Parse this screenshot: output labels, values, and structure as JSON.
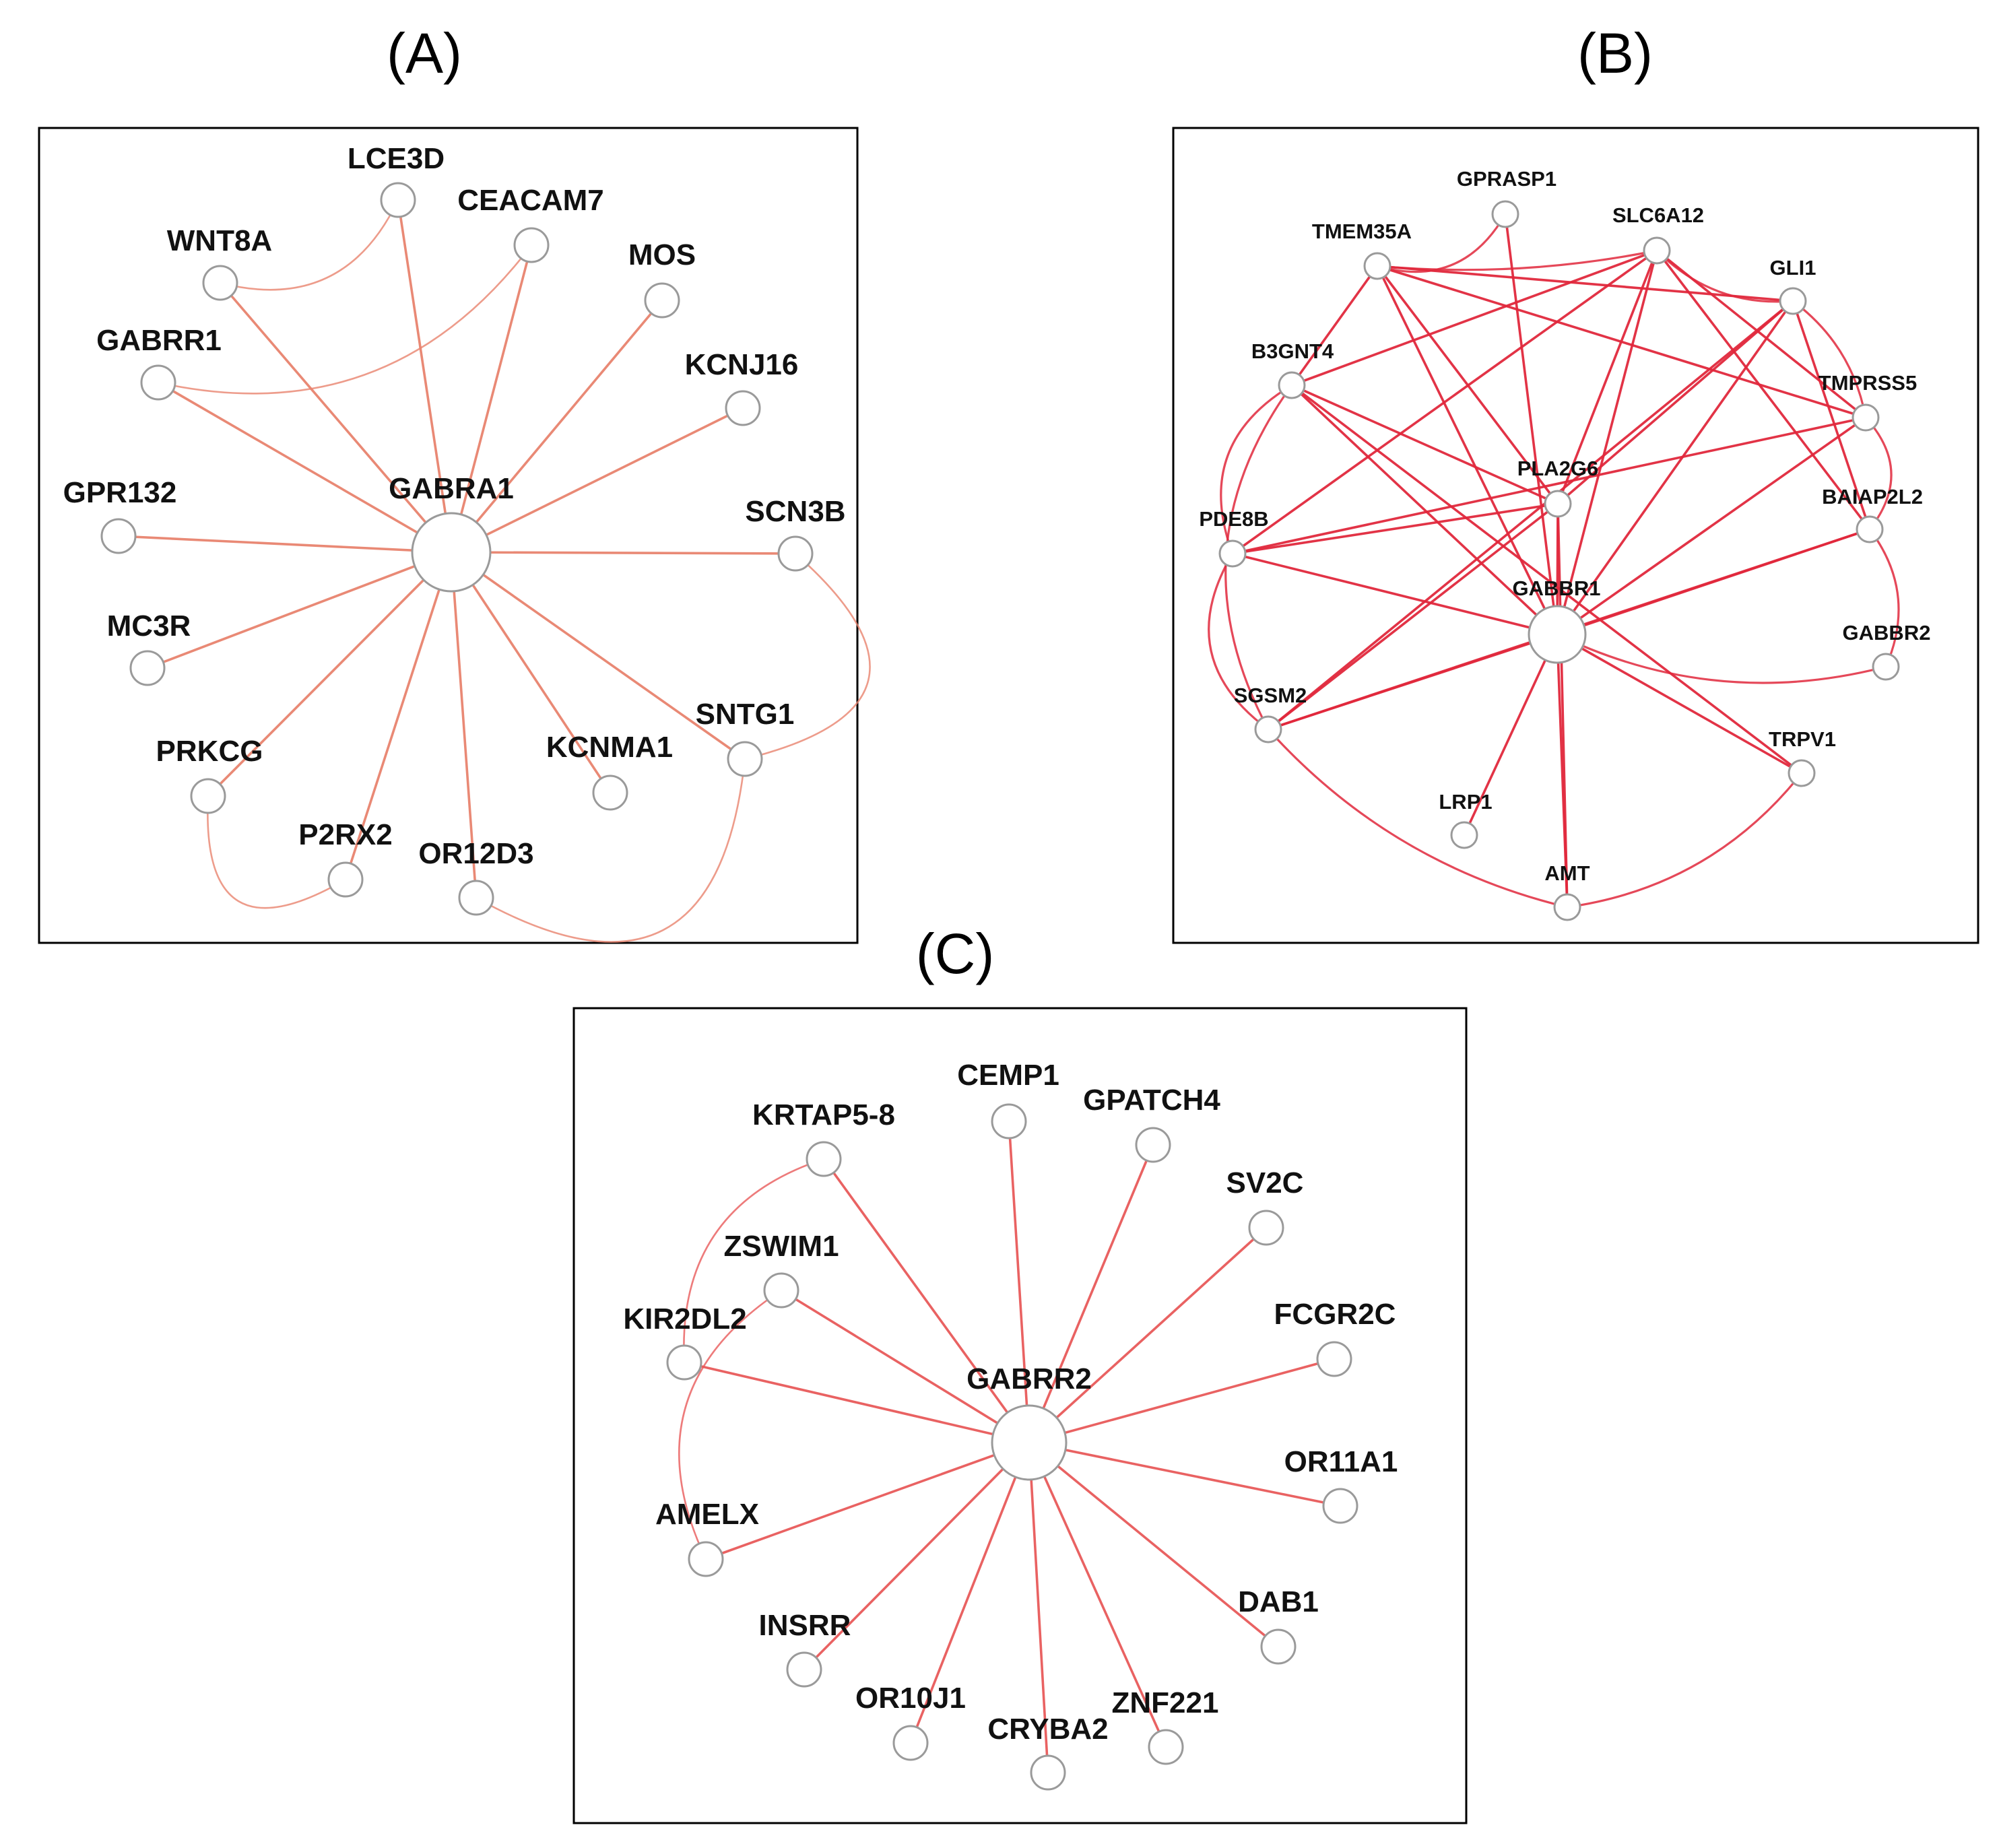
{
  "figure": {
    "edge_colors": {
      "A": "#e8836e",
      "B": "#e0283c",
      "C": "#e85a5a"
    },
    "panels": [
      {
        "id": "A",
        "title": "(A)",
        "center": "GABRA1",
        "nodes": [
          "GABRA1",
          "LCE3D",
          "CEACAM7",
          "WNT8A",
          "MOS",
          "GABRR1",
          "KCNJ16",
          "GPR132",
          "SCN3B",
          "MC3R",
          "SNTG1",
          "PRKCG",
          "KCNMA1",
          "P2RX2",
          "OR12D3"
        ],
        "edges": [
          [
            "GABRA1",
            "LCE3D"
          ],
          [
            "GABRA1",
            "CEACAM7"
          ],
          [
            "GABRA1",
            "WNT8A"
          ],
          [
            "GABRA1",
            "MOS"
          ],
          [
            "GABRA1",
            "GABRR1"
          ],
          [
            "GABRA1",
            "KCNJ16"
          ],
          [
            "GABRA1",
            "GPR132"
          ],
          [
            "GABRA1",
            "SCN3B"
          ],
          [
            "GABRA1",
            "MC3R"
          ],
          [
            "GABRA1",
            "SNTG1"
          ],
          [
            "GABRA1",
            "PRKCG"
          ],
          [
            "GABRA1",
            "KCNMA1"
          ],
          [
            "GABRA1",
            "P2RX2"
          ],
          [
            "GABRA1",
            "OR12D3"
          ],
          [
            "WNT8A",
            "LCE3D"
          ],
          [
            "GABRR1",
            "CEACAM7"
          ],
          [
            "SCN3B",
            "SNTG1"
          ],
          [
            "SNTG1",
            "OR12D3"
          ],
          [
            "PRKCG",
            "P2RX2"
          ]
        ]
      },
      {
        "id": "B",
        "title": "(B)",
        "center": "GABBR1",
        "nodes": [
          "GABBR1",
          "GPRASP1",
          "TMEM35A",
          "SLC6A12",
          "GLI1",
          "B3GNT4",
          "TMPRSS5",
          "PLA2G6",
          "PDE8B",
          "BAIAP2L2",
          "GABBR2",
          "SGSM2",
          "TRPV1",
          "LRP1",
          "AMT"
        ],
        "edges": [
          [
            "GABBR1",
            "PLA2G6"
          ],
          [
            "GABBR1",
            "TMEM35A"
          ],
          [
            "GABBR1",
            "SLC6A12"
          ],
          [
            "GABBR1",
            "GLI1"
          ],
          [
            "GABBR1",
            "B3GNT4"
          ],
          [
            "GABBR1",
            "PDE8B"
          ],
          [
            "GABBR1",
            "BAIAP2L2"
          ],
          [
            "GABBR1",
            "GABBR2"
          ],
          [
            "GABBR1",
            "SGSM2"
          ],
          [
            "GABBR1",
            "TRPV1"
          ],
          [
            "GABBR1",
            "LRP1"
          ],
          [
            "GABBR1",
            "AMT"
          ],
          [
            "GABBR1",
            "TMPRSS5"
          ],
          [
            "GABBR1",
            "GPRASP1"
          ],
          [
            "TMEM35A",
            "GPRASP1"
          ],
          [
            "TMEM35A",
            "SLC6A12"
          ],
          [
            "TMEM35A",
            "GLI1"
          ],
          [
            "TMEM35A",
            "B3GNT4"
          ],
          [
            "TMEM35A",
            "PLA2G6"
          ],
          [
            "TMEM35A",
            "TMPRSS5"
          ],
          [
            "SLC6A12",
            "GLI1"
          ],
          [
            "SLC6A12",
            "B3GNT4"
          ],
          [
            "SLC6A12",
            "PDE8B"
          ],
          [
            "SLC6A12",
            "PLA2G6"
          ],
          [
            "SLC6A12",
            "TMPRSS5"
          ],
          [
            "SLC6A12",
            "BAIAP2L2"
          ],
          [
            "GLI1",
            "PLA2G6"
          ],
          [
            "GLI1",
            "SGSM2"
          ],
          [
            "GLI1",
            "TMPRSS5"
          ],
          [
            "GLI1",
            "BAIAP2L2"
          ],
          [
            "B3GNT4",
            "PDE8B"
          ],
          [
            "B3GNT4",
            "PLA2G6"
          ],
          [
            "B3GNT4",
            "SGSM2"
          ],
          [
            "B3GNT4",
            "TRPV1"
          ],
          [
            "PDE8B",
            "PLA2G6"
          ],
          [
            "PDE8B",
            "TMPRSS5"
          ],
          [
            "PDE8B",
            "SGSM2"
          ],
          [
            "SGSM2",
            "PLA2G6"
          ],
          [
            "SGSM2",
            "BAIAP2L2"
          ],
          [
            "SGSM2",
            "AMT"
          ],
          [
            "TMPRSS5",
            "BAIAP2L2"
          ],
          [
            "BAIAP2L2",
            "GABBR2"
          ],
          [
            "AMT",
            "TRPV1"
          ],
          [
            "PLA2G6",
            "AMT"
          ]
        ]
      },
      {
        "id": "C",
        "title": "(C)",
        "center": "GABRR2",
        "nodes": [
          "GABRR2",
          "CEMP1",
          "GPATCH4",
          "KRTAP5-8",
          "SV2C",
          "ZSWIM1",
          "FCGR2C",
          "KIR2DL2",
          "OR11A1",
          "AMELX",
          "DAB1",
          "INSRR",
          "OR10J1",
          "ZNF221",
          "CRYBA2"
        ],
        "edges": [
          [
            "GABRR2",
            "CEMP1"
          ],
          [
            "GABRR2",
            "GPATCH4"
          ],
          [
            "GABRR2",
            "KRTAP5-8"
          ],
          [
            "GABRR2",
            "SV2C"
          ],
          [
            "GABRR2",
            "ZSWIM1"
          ],
          [
            "GABRR2",
            "FCGR2C"
          ],
          [
            "GABRR2",
            "KIR2DL2"
          ],
          [
            "GABRR2",
            "OR11A1"
          ],
          [
            "GABRR2",
            "AMELX"
          ],
          [
            "GABRR2",
            "DAB1"
          ],
          [
            "GABRR2",
            "INSRR"
          ],
          [
            "GABRR2",
            "OR10J1"
          ],
          [
            "GABRR2",
            "ZNF221"
          ],
          [
            "GABRR2",
            "CRYBA2"
          ],
          [
            "KRTAP5-8",
            "KIR2DL2"
          ],
          [
            "ZSWIM1",
            "AMELX"
          ]
        ]
      }
    ]
  }
}
